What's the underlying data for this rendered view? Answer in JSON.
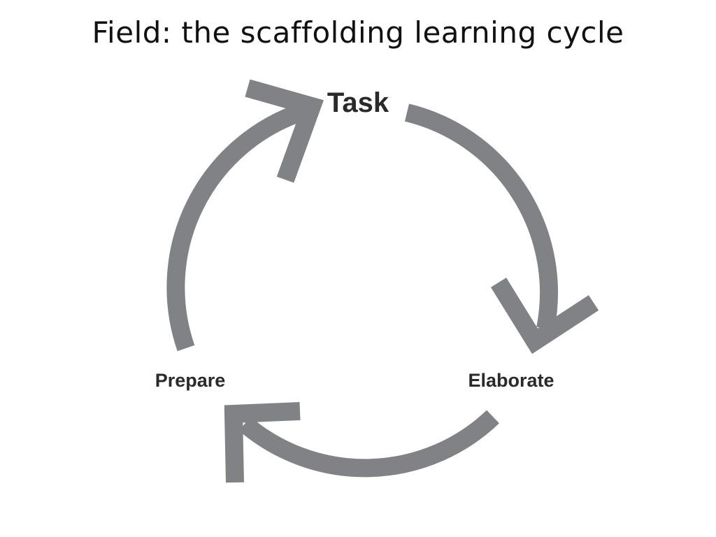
{
  "slide": {
    "title": "Field: the scaffolding learning cycle"
  },
  "diagram": {
    "type": "cycle",
    "arrow_color": "#808285",
    "label_color": "#2a2a2a",
    "nodes": [
      {
        "id": "task",
        "label": "Task"
      },
      {
        "id": "elaborate",
        "label": "Elaborate"
      },
      {
        "id": "prepare",
        "label": "Prepare"
      }
    ],
    "edges": [
      {
        "from": "task",
        "to": "elaborate"
      },
      {
        "from": "elaborate",
        "to": "prepare"
      },
      {
        "from": "prepare",
        "to": "task"
      }
    ]
  }
}
